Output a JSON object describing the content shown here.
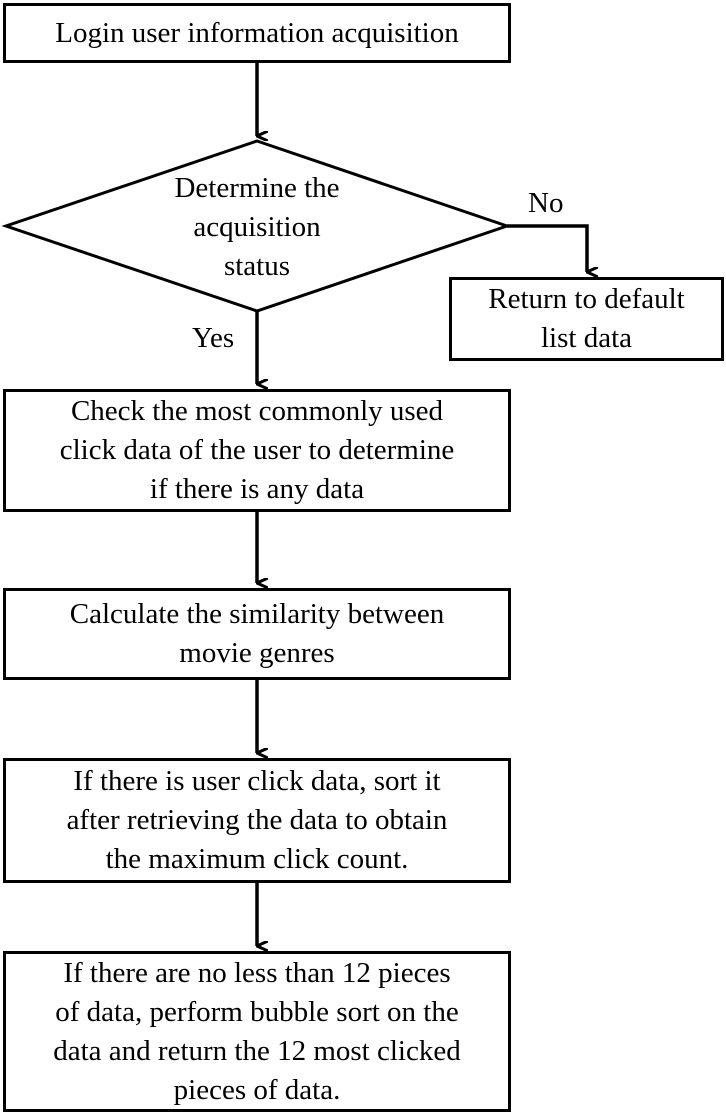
{
  "flowchart": {
    "start": "Login user information acquisition",
    "decision": "Determine the\nacquisition\nstatus",
    "no_label": "No",
    "yes_label": "Yes",
    "no_branch": "Return to default\nlist data",
    "step_check": "Check the most commonly used\nclick data of the user to determine\nif there is any data",
    "step_similarity": "Calculate the similarity between\nmovie genres",
    "step_sort": "If there is user click data, sort it\nafter retrieving the data to obtain\nthe maximum click count.",
    "step_bubble": "If there are no less than 12 pieces\nof data, perform bubble sort on the\ndata and return the 12 most clicked\npieces of data."
  }
}
